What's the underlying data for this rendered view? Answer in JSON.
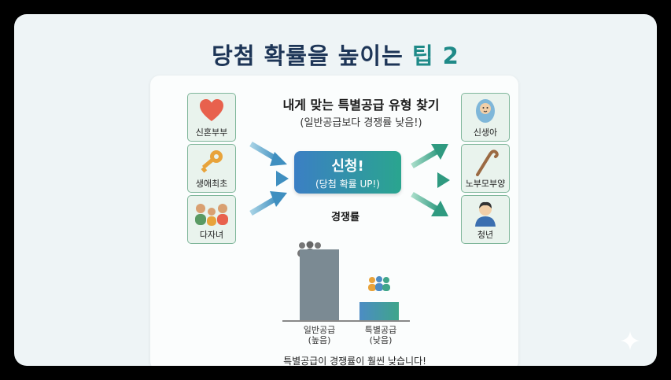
{
  "slide": {
    "title_main": "당첨 확률을 높이는",
    "title_accent": "팁 2"
  },
  "panel": {
    "heading": "내게 맞는 특별공급 유형 찾기",
    "subheading": "(일반공급보다 경쟁률 낮음!)",
    "cta_title": "신청!",
    "cta_subtitle": "(당첨 확률 UP!)",
    "left_cards": [
      {
        "label": "신혼부부",
        "icon": "heart-icon"
      },
      {
        "label": "생애최초",
        "icon": "key-icon"
      },
      {
        "label": "다자녀",
        "icon": "family-icon"
      }
    ],
    "right_cards": [
      {
        "label": "신생아",
        "icon": "baby-icon"
      },
      {
        "label": "노부모부양",
        "icon": "cane-icon"
      },
      {
        "label": "청년",
        "icon": "young-person-icon"
      }
    ],
    "footer": "특별공급이 경쟁률이 훨씬 낮습니다!"
  },
  "chart_data": {
    "type": "bar",
    "title": "경쟁률",
    "categories": [
      "일반공급\n(높음)",
      "특별공급\n(낮음)"
    ],
    "values": [
      100,
      25
    ],
    "ylim": [
      0,
      100
    ],
    "colors": [
      "#7b8a93",
      "#3fa58a"
    ]
  }
}
